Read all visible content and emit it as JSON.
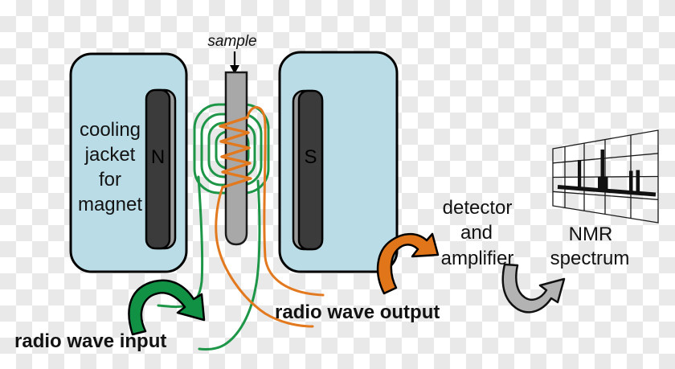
{
  "title": "NMR spectrometer schematic diagram",
  "labels": {
    "sample": "sample",
    "cooling_jacket_lines": [
      "cooling",
      "jacket",
      "for",
      "magnet"
    ],
    "north_pole": "N",
    "south_pole": "S",
    "radio_wave_input": "radio wave input",
    "radio_wave_output": "radio wave output",
    "detector_lines": [
      "detector",
      "and",
      "amplifier"
    ],
    "nmr_lines": [
      "NMR",
      "spectrum"
    ]
  },
  "colors": {
    "jacket_fill": "#b9dce6",
    "magnet_dark": "#3b3b3b",
    "magnet_light": "#9a9a9a",
    "tube_gray": "#a8a8a8",
    "wire_green": "#1d9648",
    "green_arrow_fill": "#119144",
    "wire_orange": "#e2791f",
    "orange_arrow_fill": "#e0751a",
    "gray_arrow_fill": "#b3b3b3",
    "ink": "#121212",
    "checker_light": "#ffffff",
    "checker_dark": "#e9e9e9"
  },
  "chart_data": {
    "type": "bar",
    "title": "NMR spectrum (stylized icon on tilted panel)",
    "description": "Small perspective grid panel, 5 columns x 4 rows, thick baseline with 4 peaks",
    "peaks_relative_heights": [
      0.65,
      1.0,
      0.5,
      0.52
    ],
    "peak_positions_fraction_along_baseline": [
      0.21,
      0.45,
      0.74,
      0.81
    ],
    "notes": "second (tallest) peak has a broad base block"
  }
}
